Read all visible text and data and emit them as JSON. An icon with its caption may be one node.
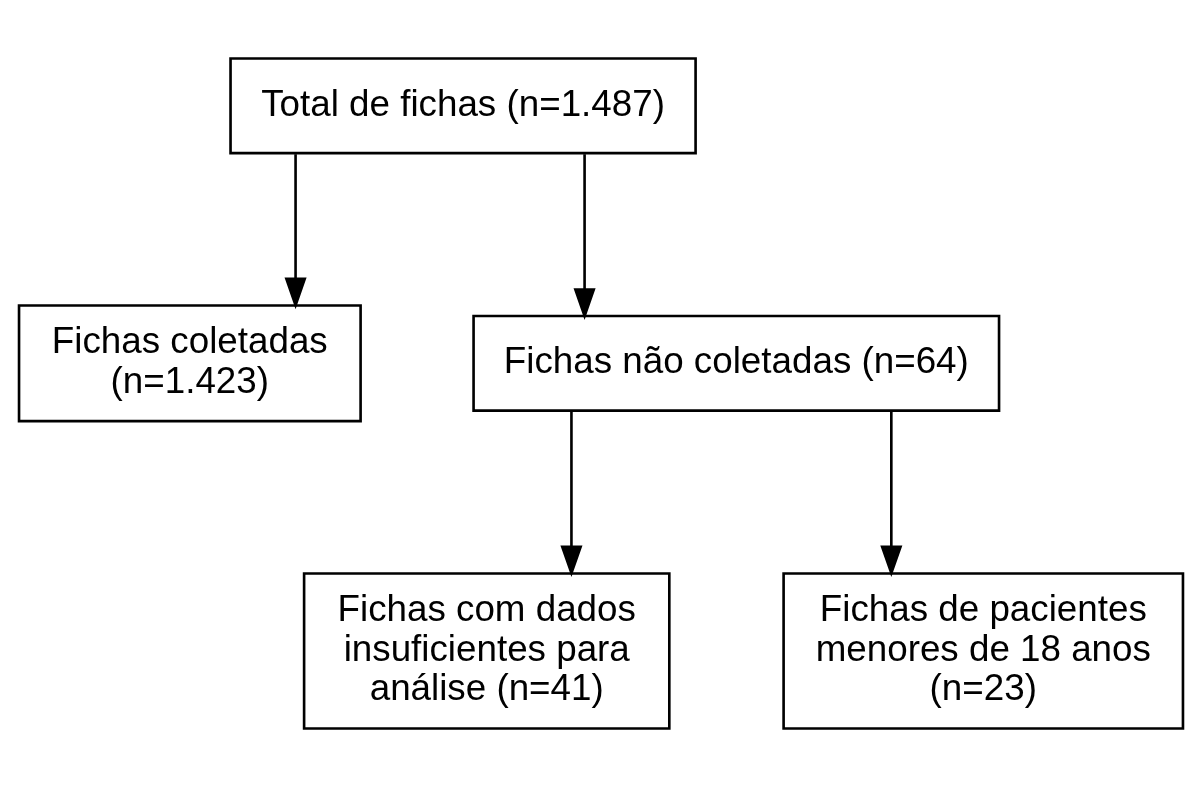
{
  "diagram": {
    "nodes": [
      {
        "text": [
          "Total de fichas (n=1.487)"
        ]
      },
      {
        "text": [
          "Fichas coletadas (n=1.423)"
        ]
      },
      {
        "text": [
          "Fichas não coletadas (n=64)"
        ]
      },
      {
        "text": [
          "Fichas com dados insuficientes para análise (n=41)"
        ]
      },
      {
        "text": [
          "Fichas de pacientes menores de 18 anos (n=23)"
        ]
      }
    ],
    "edges": [
      {
        "from": 0,
        "to": 1,
        "arrow": "to"
      },
      {
        "from": 0,
        "to": 2,
        "arrow": "to"
      },
      {
        "from": 2,
        "to": 3,
        "arrow": "to"
      },
      {
        "from": 2,
        "to": 4,
        "arrow": "to"
      }
    ]
  }
}
